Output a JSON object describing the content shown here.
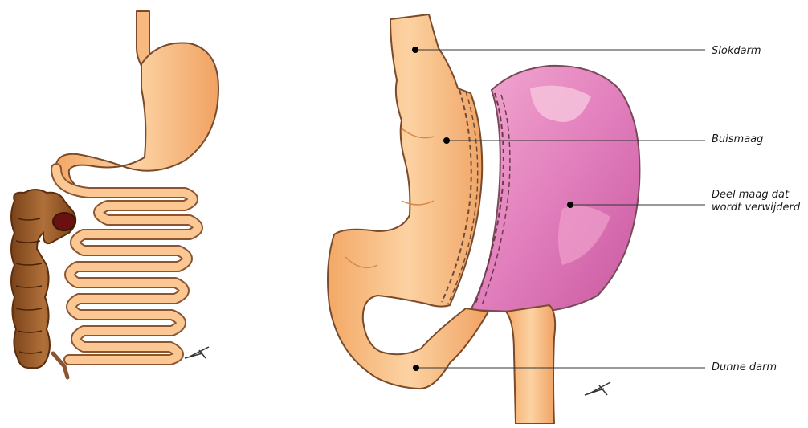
{
  "labels": {
    "esophagus": "Slokdarm",
    "tube_stomach": "Buismaag",
    "removed_part_line1": "Deel maag dat",
    "removed_part_line2": "wordt verwijderd",
    "small_intestine": "Dunne darm"
  },
  "colors": {
    "skin": "#f7b97f",
    "skin_dark": "#e89a5c",
    "removed_stomach": "#e27fbd",
    "colon": "#9a5a2a",
    "leader_line": "#333333"
  }
}
